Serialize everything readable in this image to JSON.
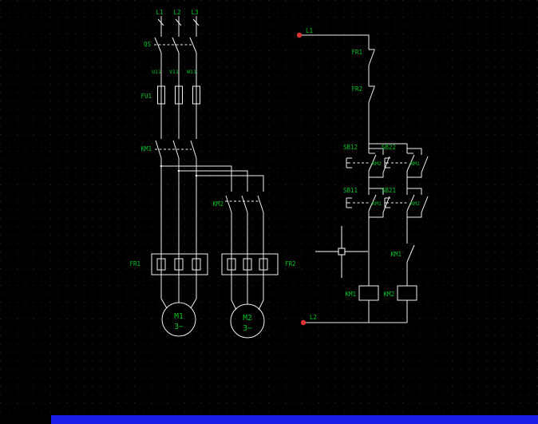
{
  "canvas": {
    "bg_color": "#000000",
    "grid_dot_color": "#2d2d2d",
    "wire_color": "#f0f0f0",
    "label_color": "#00c420",
    "terminal_color": "#e03434",
    "bottom_bar_color": "#1d1de8"
  },
  "power_circuit": {
    "phase_labels": [
      "L1",
      "L2",
      "L3"
    ],
    "isolator_label": "QS",
    "wire_number_labels": [
      "U11",
      "V11",
      "W11"
    ],
    "fuse_label": "FU1",
    "main_contactor_1_label": "KM1",
    "main_contactor_2_label": "KM2",
    "overload_relay_1_label": "FR1",
    "overload_relay_2_label": "FR2",
    "motor_1_name": "M1",
    "motor_1_phase": "3~",
    "motor_2_name": "M2",
    "motor_2_phase": "3~"
  },
  "control_circuit": {
    "top_terminal_label": "L1",
    "bottom_terminal_label": "L2",
    "overload_contact_1_label": "FR1",
    "overload_contact_2_label": "FR2",
    "stop_button_1_label": "SB12",
    "stop_button_2_label": "SB22",
    "stop_parallel_contact_1_label": "KM2",
    "stop_parallel_contact_2_label": "KM1",
    "start_button_1_label": "SB11",
    "start_button_2_label": "SB21",
    "seal_contact_1_label": "KM1",
    "seal_contact_2_label": "KM2",
    "series_contact_label": "KM1",
    "coil_1_label": "KM1",
    "coil_2_label": "KM2"
  }
}
